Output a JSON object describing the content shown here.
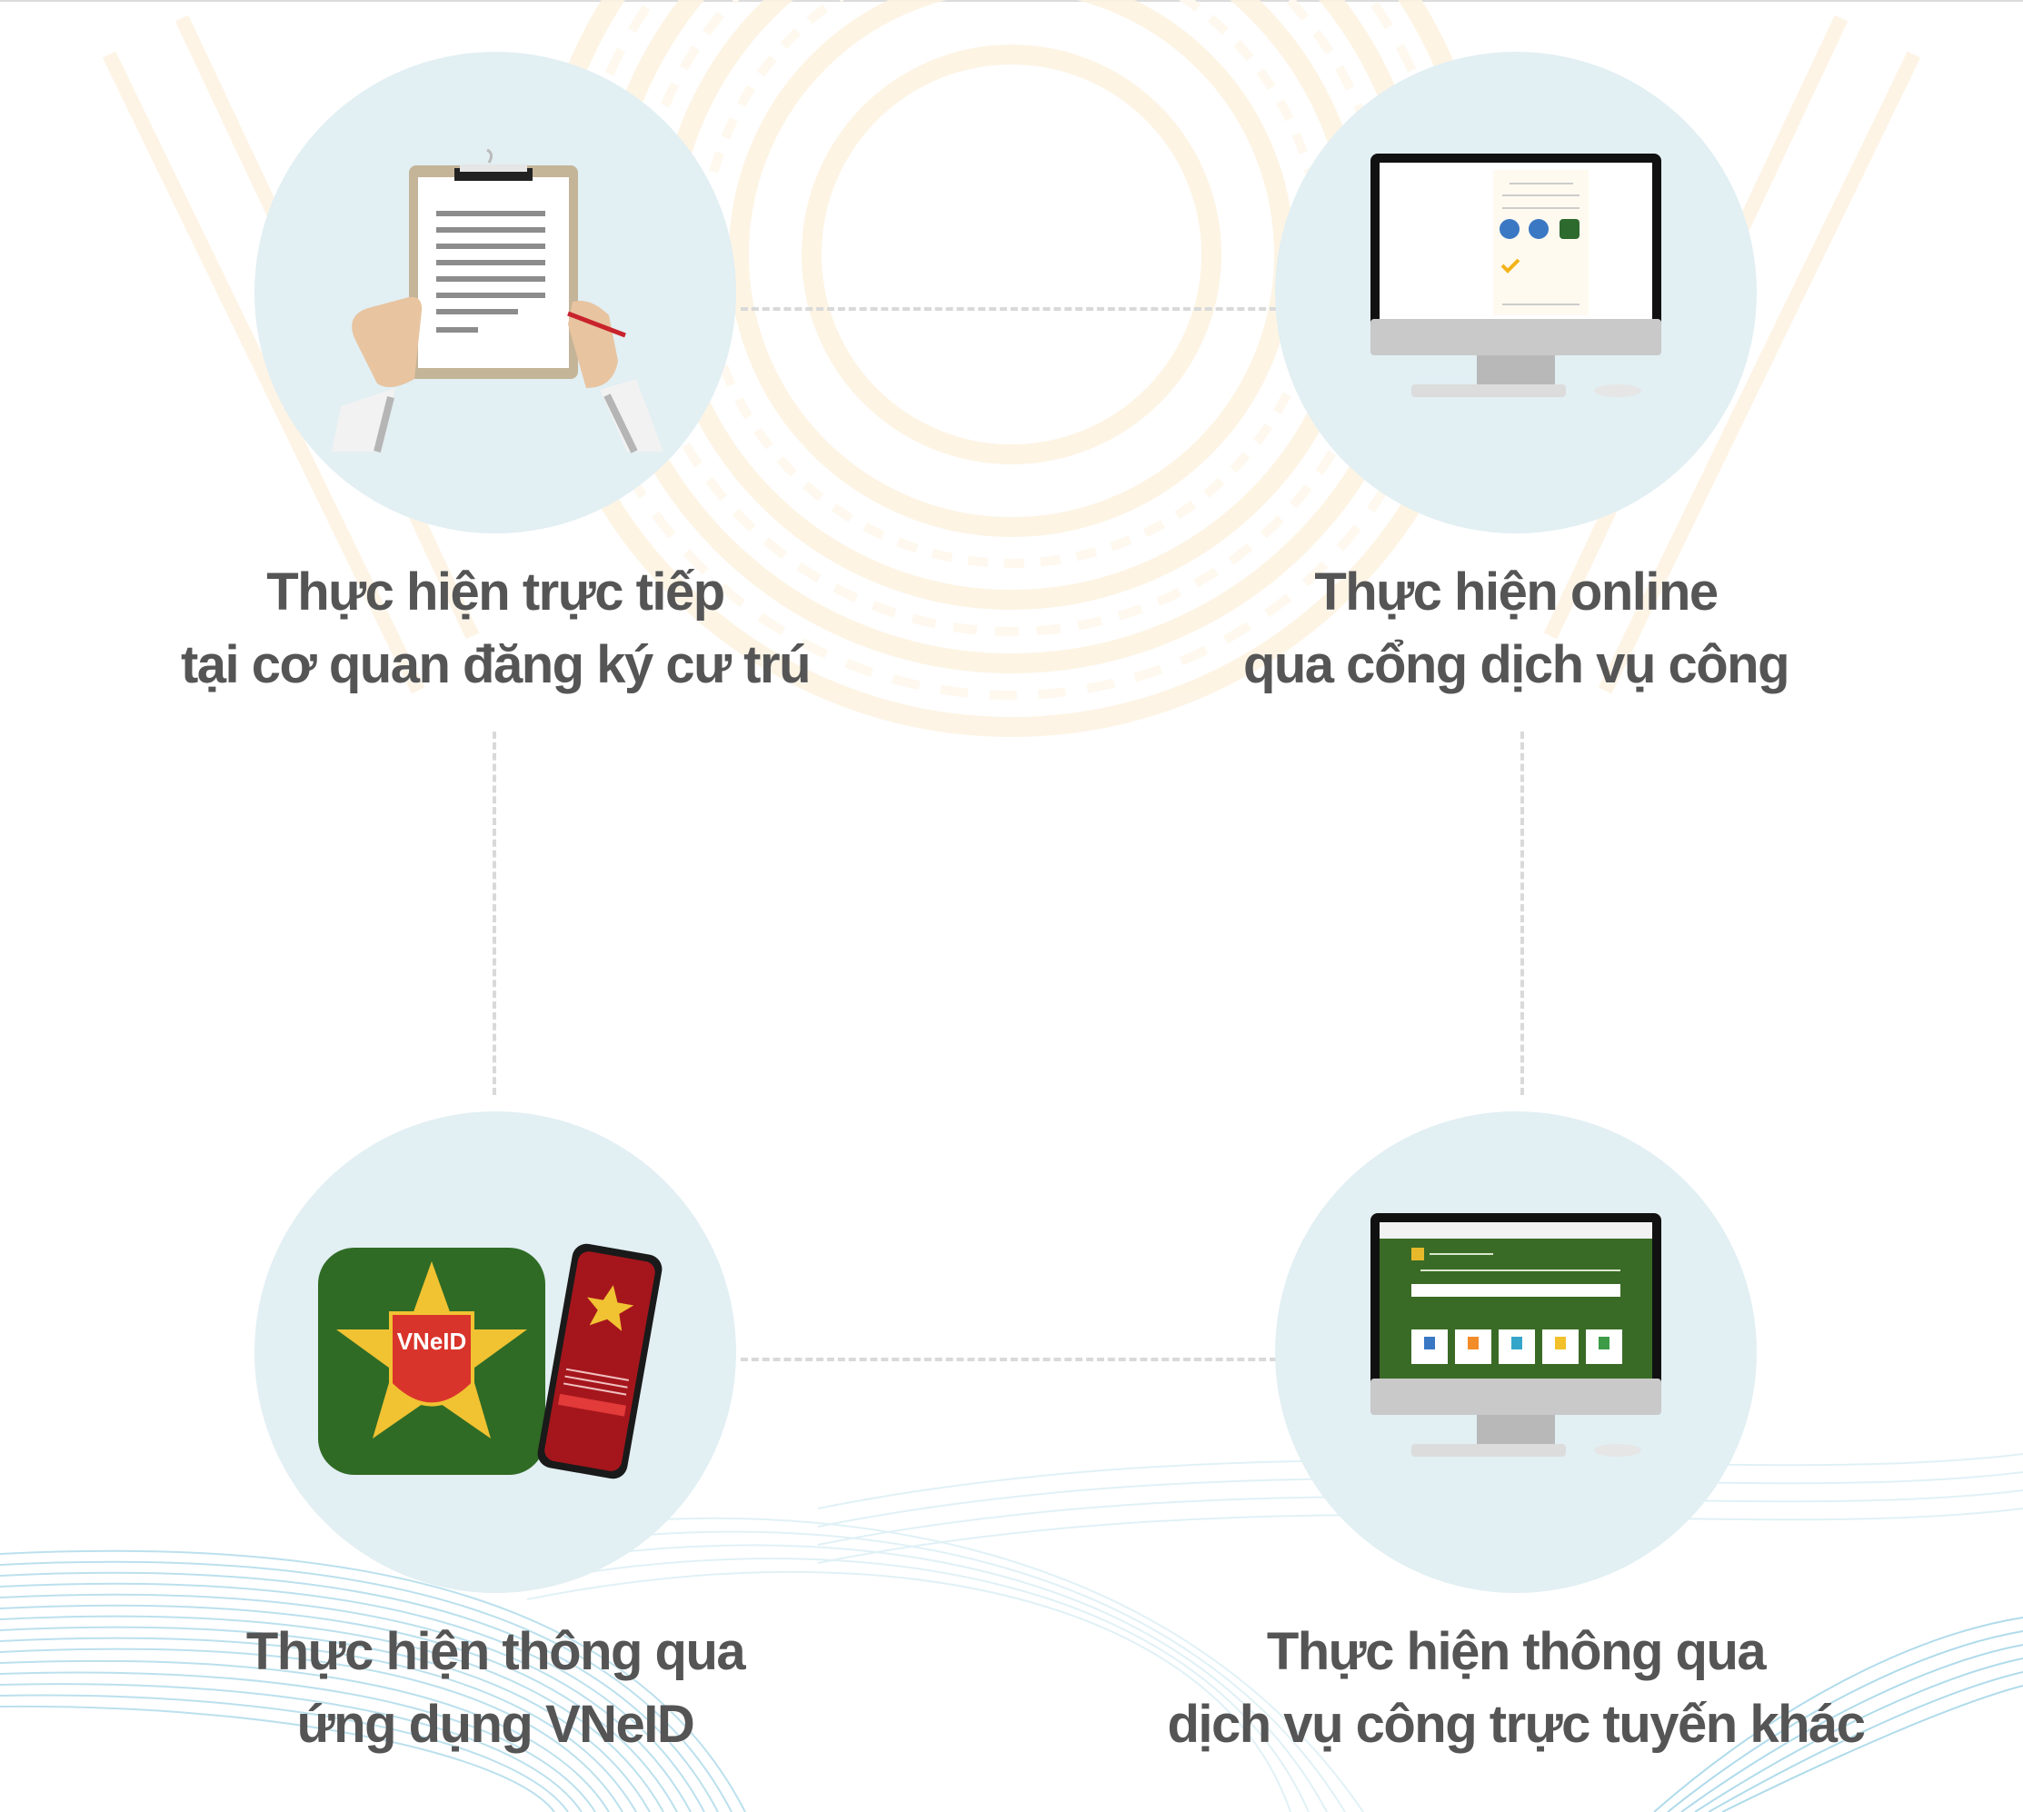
{
  "infographic": {
    "accent_circle_color": "#e2eff3",
    "text_color": "#555555",
    "connector_color": "#d9d9d9",
    "methods": [
      {
        "id": "in-person",
        "icon": "clipboard-hands-icon",
        "line1": "Thực hiện trực tiếp",
        "line2": "tại cơ quan đăng ký cư trú"
      },
      {
        "id": "online-portal",
        "icon": "desktop-computer-portal-icon",
        "line1": "Thực hiện online",
        "line2": "qua cổng dịch vụ công"
      },
      {
        "id": "vneid-app",
        "icon": "vneid-app-phone-icon",
        "line1": "Thực hiện thông qua",
        "line2": "ứng dụng VNeID",
        "app_logo_text": "VNeID"
      },
      {
        "id": "other-online-services",
        "icon": "desktop-computer-green-portal-icon",
        "line1": "Thực hiện thông qua",
        "line2": "dịch vụ công trực tuyến khác"
      }
    ]
  }
}
